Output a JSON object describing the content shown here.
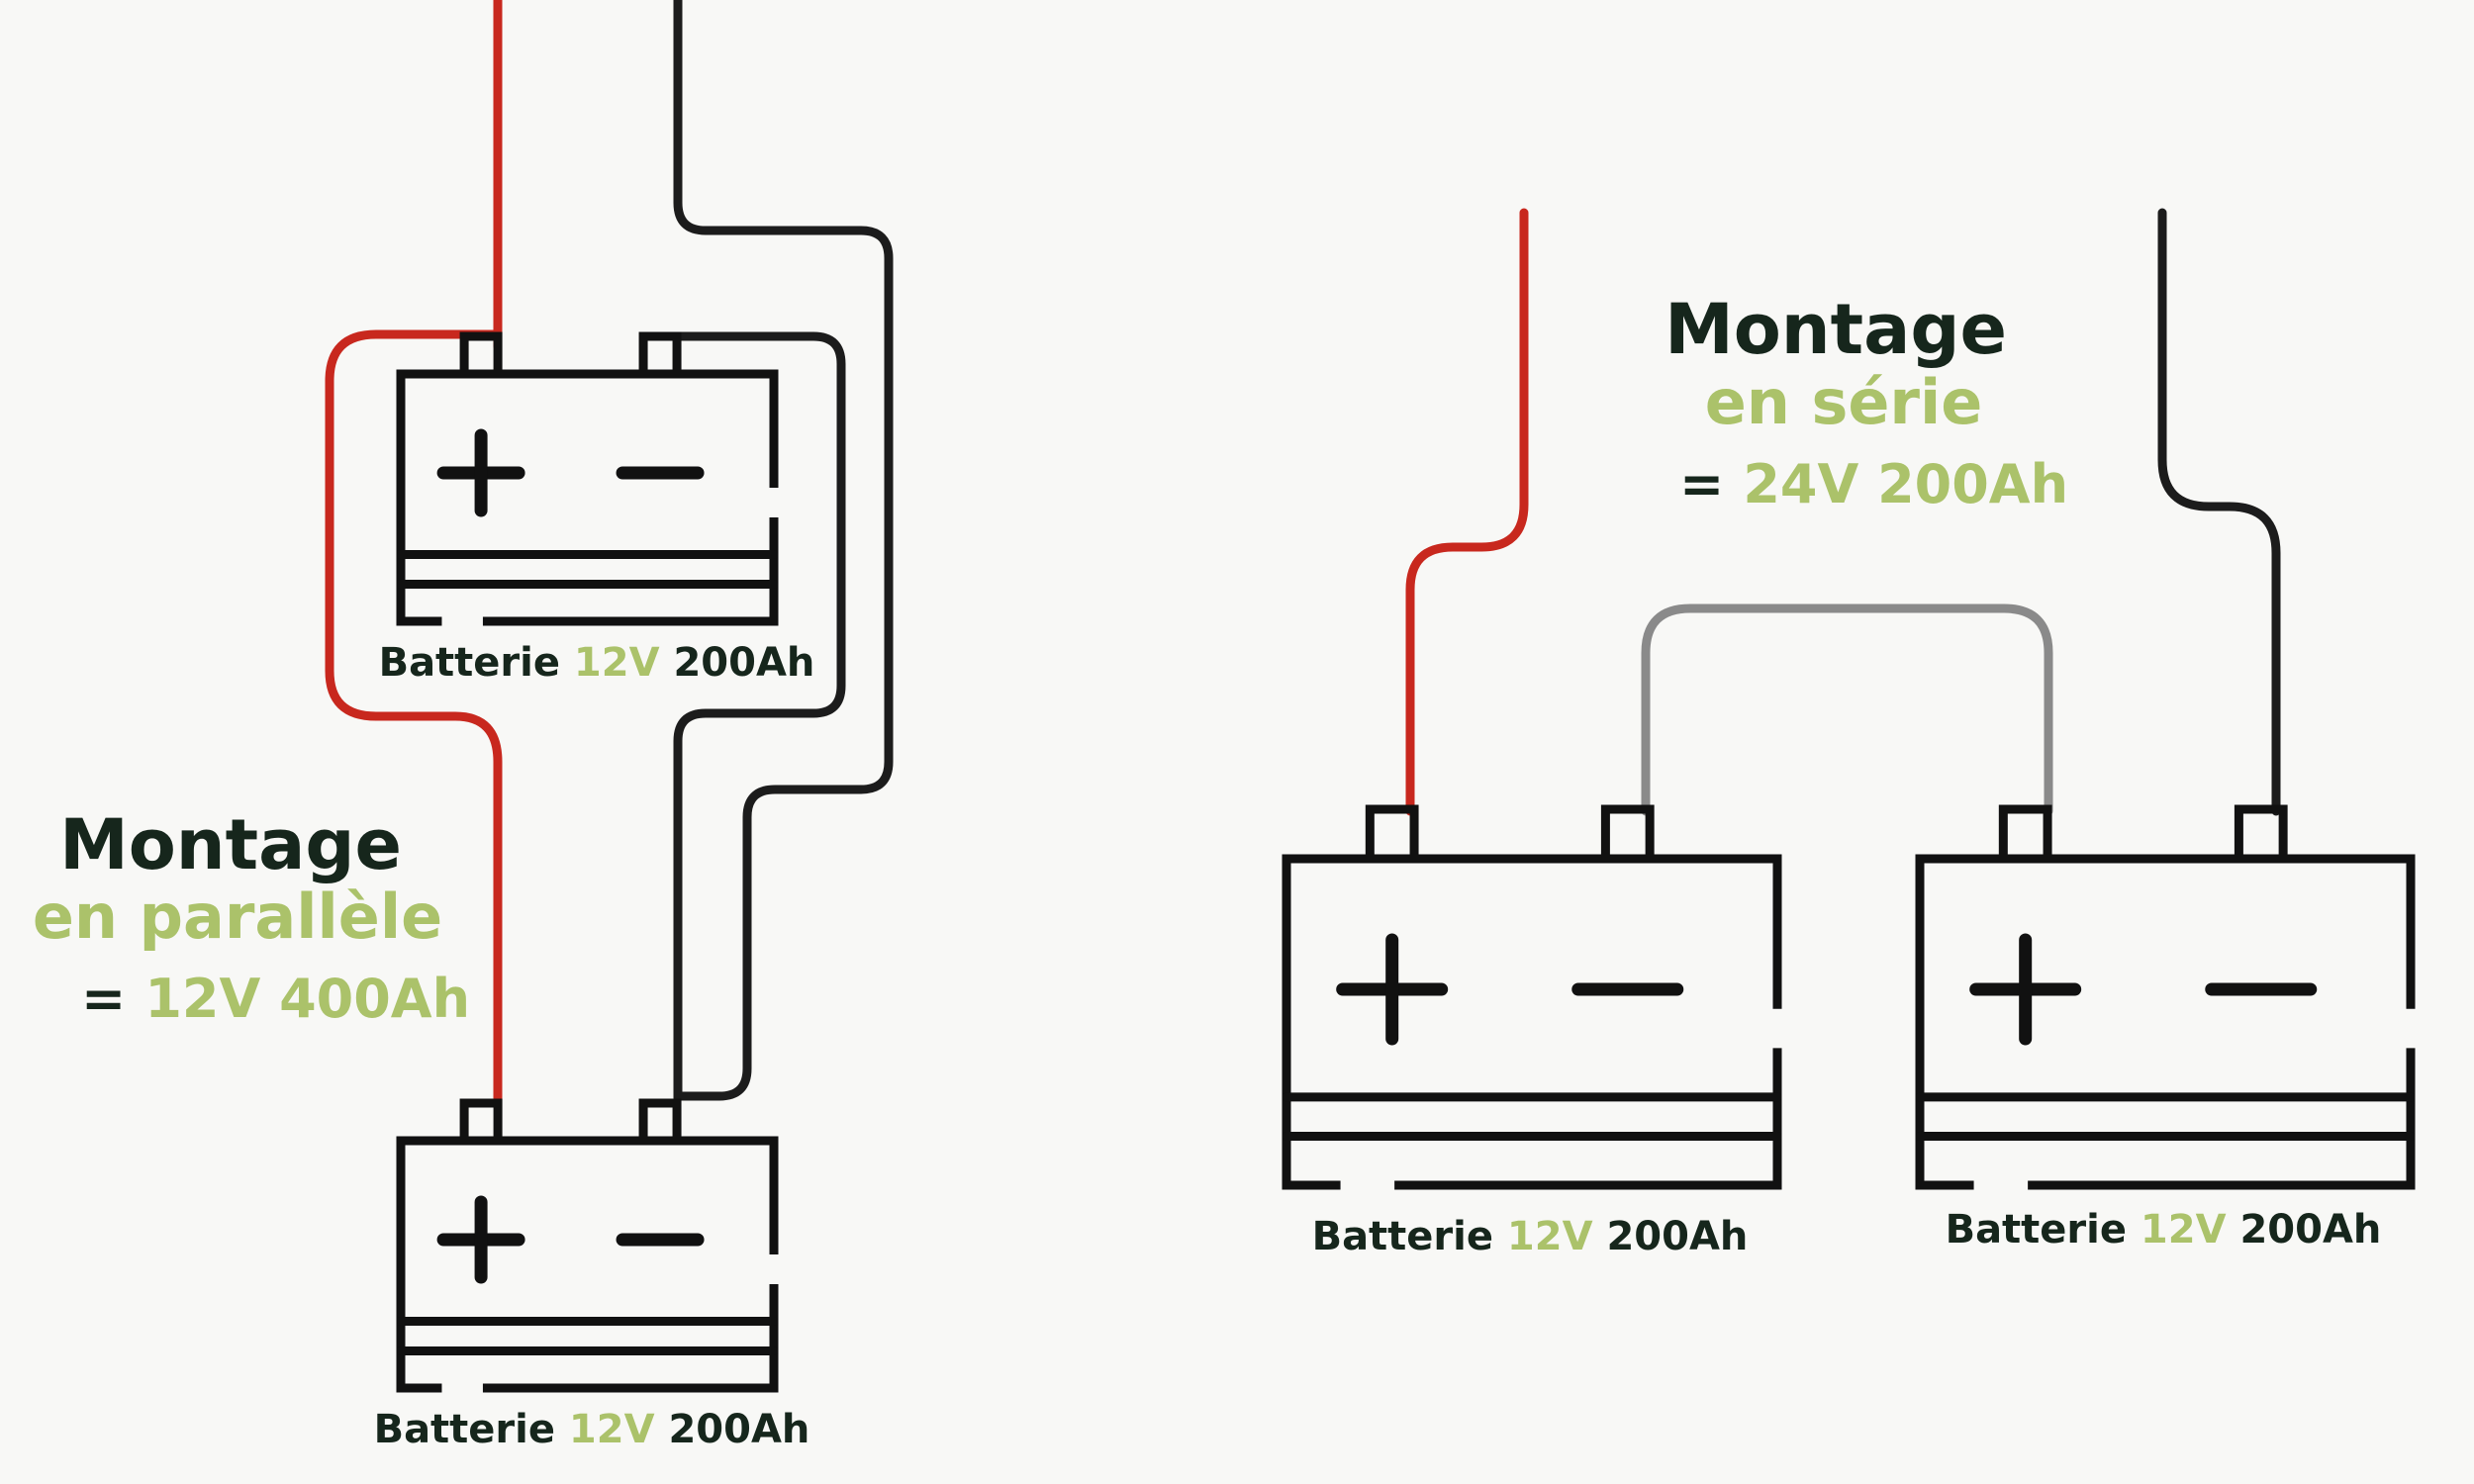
{
  "colors": {
    "background": "#f8f8f6",
    "dark": "#16261c",
    "accent": "#abc26a",
    "positive_wire": "#c8281e",
    "negative_wire": "#1c1c1c",
    "link_wire": "#8a8a8a",
    "battery_outline": "#111111"
  },
  "parallel": {
    "title": "Montage",
    "subtitle": "en parallèle",
    "result_prefix": "=",
    "result_value": "12V 400Ah",
    "batteries": [
      {
        "label_prefix": "Batterie",
        "voltage": "12V",
        "capacity": "200Ah",
        "positive_icon": "plus-icon",
        "negative_icon": "minus-icon"
      },
      {
        "label_prefix": "Batterie",
        "voltage": "12V",
        "capacity": "200Ah",
        "positive_icon": "plus-icon",
        "negative_icon": "minus-icon"
      }
    ]
  },
  "series": {
    "title": "Montage",
    "subtitle": "en série",
    "result_prefix": "=",
    "result_value": "24V 200Ah",
    "batteries": [
      {
        "label_prefix": "Batterie",
        "voltage": "12V",
        "capacity": "200Ah",
        "positive_icon": "plus-icon",
        "negative_icon": "minus-icon"
      },
      {
        "label_prefix": "Batterie",
        "voltage": "12V",
        "capacity": "200Ah",
        "positive_icon": "plus-icon",
        "negative_icon": "minus-icon"
      }
    ]
  }
}
